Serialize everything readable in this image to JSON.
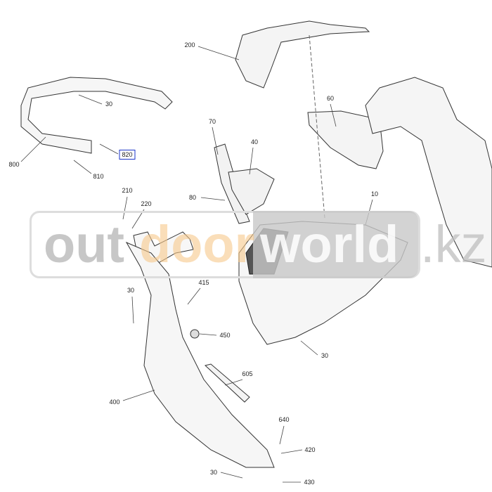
{
  "labels": {
    "l200": "200",
    "l30a": "30",
    "l60": "60",
    "l800": "800",
    "l820": "820",
    "l810": "810",
    "l70": "70",
    "l40": "40",
    "l10": "10",
    "l80": "80",
    "l210": "210",
    "l220": "220",
    "l30b": "30",
    "l415": "415",
    "l450": "450",
    "l30c": "30",
    "l605": "605",
    "l400": "400",
    "l640": "640",
    "l420": "420",
    "l30d": "30",
    "l430": "430"
  },
  "watermark": {
    "part1": "out",
    "part2": "door",
    "part3": "world",
    "part4": ".kz"
  },
  "colors": {
    "highlight_box": "#1a35c8",
    "watermark_orange": "#f6c88a",
    "watermark_gray": "#cfcfcf"
  }
}
